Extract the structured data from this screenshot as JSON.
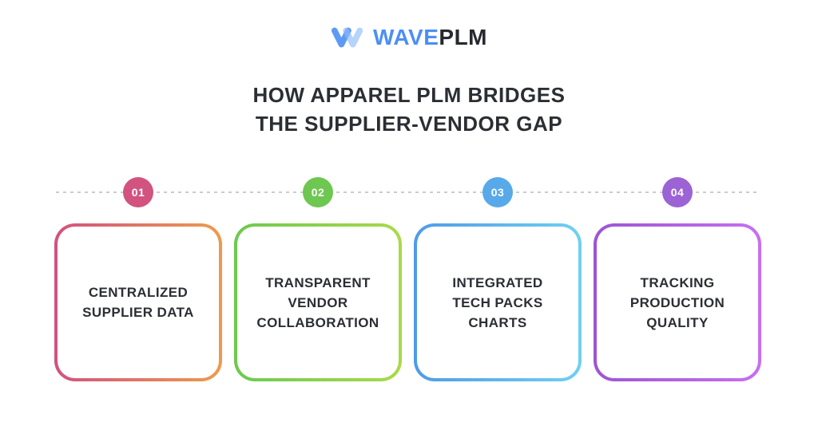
{
  "logo": {
    "icon": "wave-w-icon",
    "brand_primary": "WAVE",
    "brand_secondary": "PLM",
    "primary_color": "#4B8FF5",
    "secondary_color": "#26292E",
    "icon_color_strong": "#4B8FF5",
    "icon_color_light": "#8FBCF9"
  },
  "title": {
    "line1": "HOW APPAREL PLM BRIDGES",
    "line2": "THE SUPPLIER-VENDOR GAP",
    "color": "#2B2E33"
  },
  "timeline": {
    "line_color": "#CBCBCB",
    "steps": [
      {
        "number": "01",
        "badge_color": "#D2537F",
        "border_gradient": [
          "#D2517F",
          "#ED9B4D"
        ],
        "label_lines": [
          "CENTRALIZED",
          "SUPPLIER DATA"
        ]
      },
      {
        "number": "02",
        "badge_color": "#6DC750",
        "border_gradient": [
          "#6CC94F",
          "#A9DA48"
        ],
        "label_lines": [
          "TRANSPARENT",
          "VENDOR",
          "COLLABORATION"
        ]
      },
      {
        "number": "03",
        "badge_color": "#58A9E9",
        "border_gradient": [
          "#4F9BE8",
          "#6FD0F2"
        ],
        "label_lines": [
          "INTEGRATED",
          "TECH PACKS",
          "CHARTS"
        ]
      },
      {
        "number": "04",
        "badge_color": "#9C63D4",
        "border_gradient": [
          "#9D55D3",
          "#C76FF2"
        ],
        "label_lines": [
          "TRACKING",
          "PRODUCTION",
          "QUALITY"
        ]
      }
    ]
  }
}
